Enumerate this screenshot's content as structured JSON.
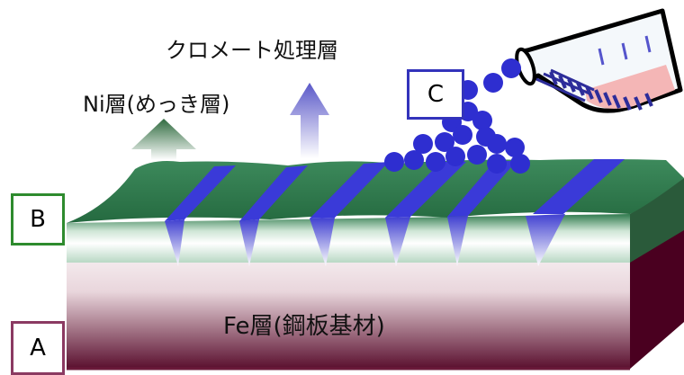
{
  "labels": {
    "chromate_layer": "クロメート処理層",
    "ni_layer": "Ni層(めっき層)",
    "fe_layer": "Fe層(鋼板基材)"
  },
  "boxes": {
    "a": {
      "text": "A",
      "color": "#8b3a62"
    },
    "b": {
      "text": "B",
      "color": "#2e8b2e"
    },
    "c": {
      "text": "C",
      "color": "#3333bb"
    }
  },
  "colors": {
    "ni_green": "#2f7a4d",
    "chromate_blue": "#3333cc",
    "fe_side": "#4a0020",
    "flask_liquid": "#f4b6b6"
  }
}
